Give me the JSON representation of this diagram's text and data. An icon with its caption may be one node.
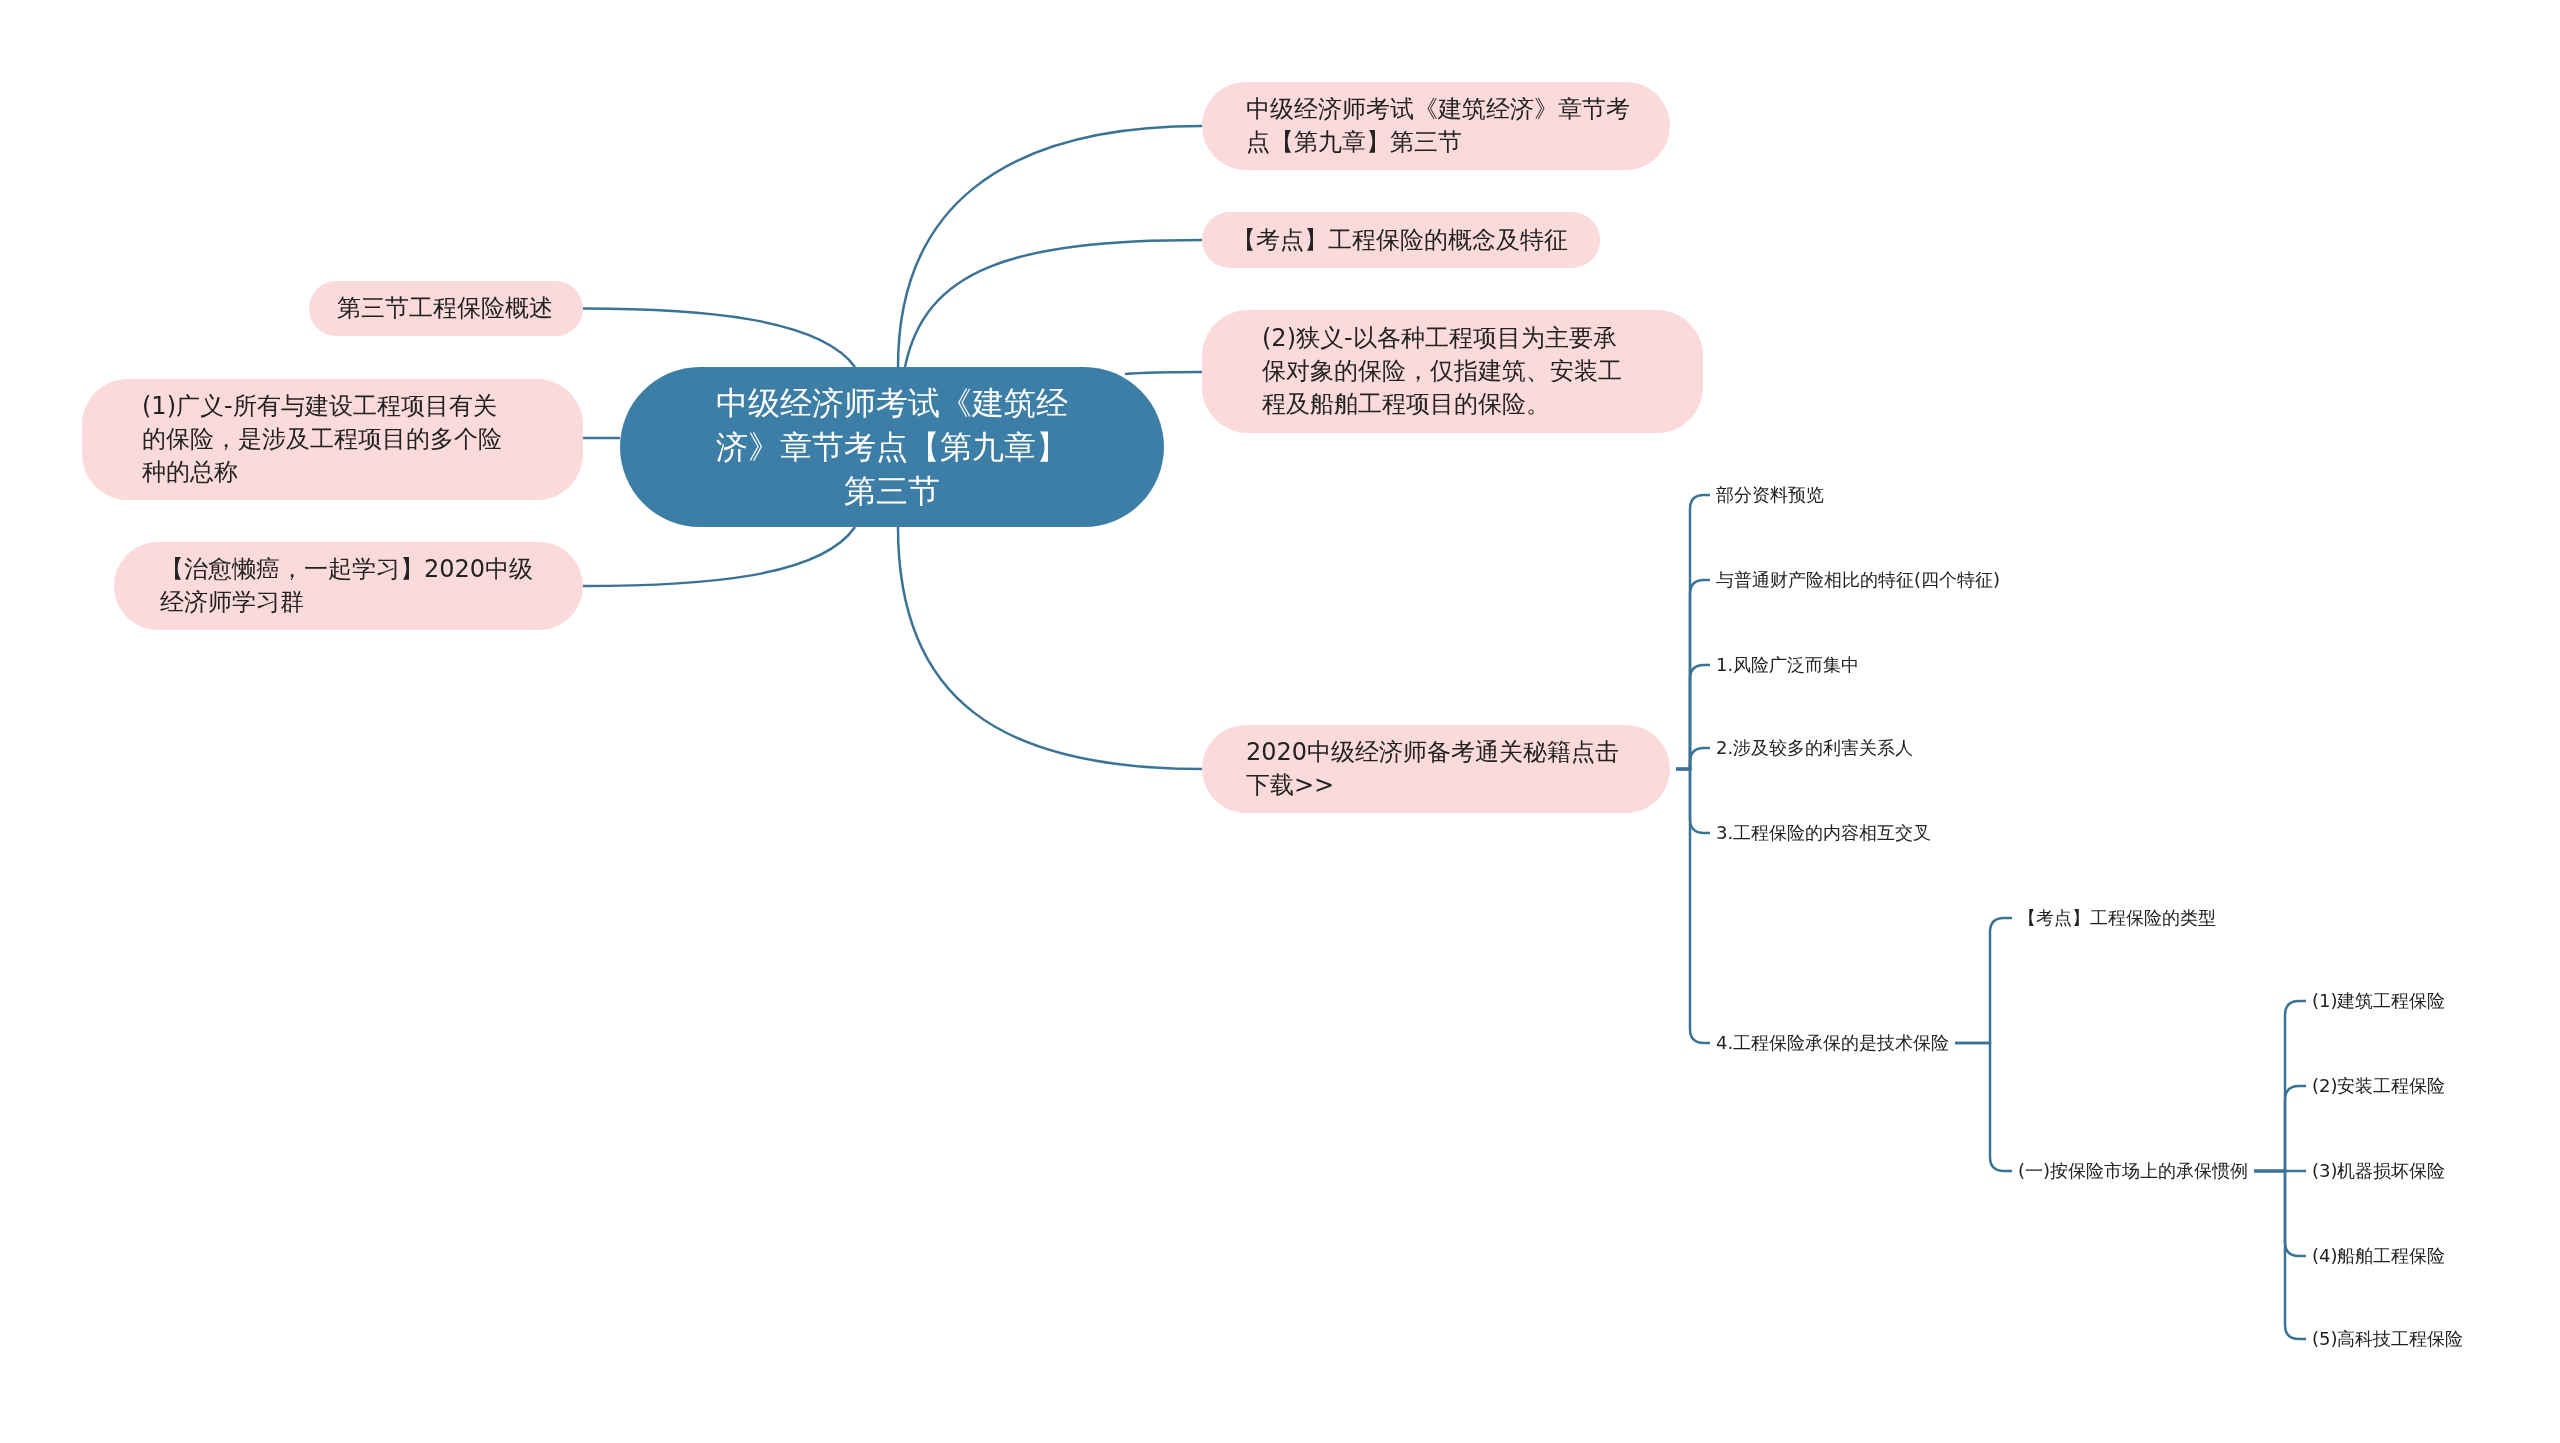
{
  "diagram": {
    "nodes": [
      {
        "text": [
          "中级经济师考试《建筑经济》章节考点【第九章】第三节"
        ]
      },
      {
        "text": [
          "中级经济师考试《建筑经济》章节考点【第九章】第三节"
        ]
      },
      {
        "text": [
          "【考点】工程保险的概念及特征"
        ]
      },
      {
        "text": [
          "(2)狭义-以各种工程项目为主要承保对象的保险，仅指建筑、安装工程及船舶工程项目的保险。"
        ]
      },
      {
        "text": [
          "2020中级经济师备考通关秘籍点击下载>>"
        ]
      },
      {
        "text": [
          "第三节工程保险概述"
        ]
      },
      {
        "text": [
          "(1)广义-所有与建设工程项目有关的保险，是涉及工程项目的多个险种的总称"
        ]
      },
      {
        "text": [
          "【治愈懒癌，一起学习】2020中级经济师学习群"
        ]
      },
      {
        "text": [
          "部分资料预览"
        ]
      },
      {
        "text": [
          "与普通财产险相比的特征(四个特征)"
        ]
      },
      {
        "text": [
          "1.风险广泛而集中"
        ]
      },
      {
        "text": [
          "2.涉及较多的利害关系人"
        ]
      },
      {
        "text": [
          "3.工程保险的内容相互交叉"
        ]
      },
      {
        "text": [
          "4.工程保险承保的是技术保险"
        ]
      },
      {
        "text": [
          "【考点】工程保险的类型"
        ]
      },
      {
        "text": [
          "(一)按保险市场上的承保惯例"
        ]
      },
      {
        "text": [
          "(1)建筑工程保险"
        ]
      },
      {
        "text": [
          "(2)安装工程保险"
        ]
      },
      {
        "text": [
          "(3)机器损坏保险"
        ]
      },
      {
        "text": [
          "(4)船舶工程保险"
        ]
      },
      {
        "text": [
          "(5)高科技工程保险"
        ]
      }
    ],
    "edges": [
      {
        "from": 0,
        "to": 1,
        "arrow": "none"
      },
      {
        "from": 0,
        "to": 2,
        "arrow": "none"
      },
      {
        "from": 0,
        "to": 3,
        "arrow": "none"
      },
      {
        "from": 0,
        "to": 4,
        "arrow": "none"
      },
      {
        "from": 0,
        "to": 5,
        "arrow": "none"
      },
      {
        "from": 0,
        "to": 6,
        "arrow": "none"
      },
      {
        "from": 0,
        "to": 7,
        "arrow": "none"
      },
      {
        "from": 4,
        "to": 8,
        "arrow": "none"
      },
      {
        "from": 4,
        "to": 9,
        "arrow": "none"
      },
      {
        "from": 4,
        "to": 10,
        "arrow": "none"
      },
      {
        "from": 4,
        "to": 11,
        "arrow": "none"
      },
      {
        "from": 4,
        "to": 12,
        "arrow": "none"
      },
      {
        "from": 4,
        "to": 13,
        "arrow": "none"
      },
      {
        "from": 13,
        "to": 14,
        "arrow": "none"
      },
      {
        "from": 13,
        "to": 15,
        "arrow": "none"
      },
      {
        "from": 15,
        "to": 16,
        "arrow": "none"
      },
      {
        "from": 15,
        "to": 17,
        "arrow": "none"
      },
      {
        "from": 15,
        "to": 18,
        "arrow": "none"
      },
      {
        "from": 15,
        "to": 19,
        "arrow": "none"
      },
      {
        "from": 15,
        "to": 20,
        "arrow": "none"
      }
    ]
  }
}
